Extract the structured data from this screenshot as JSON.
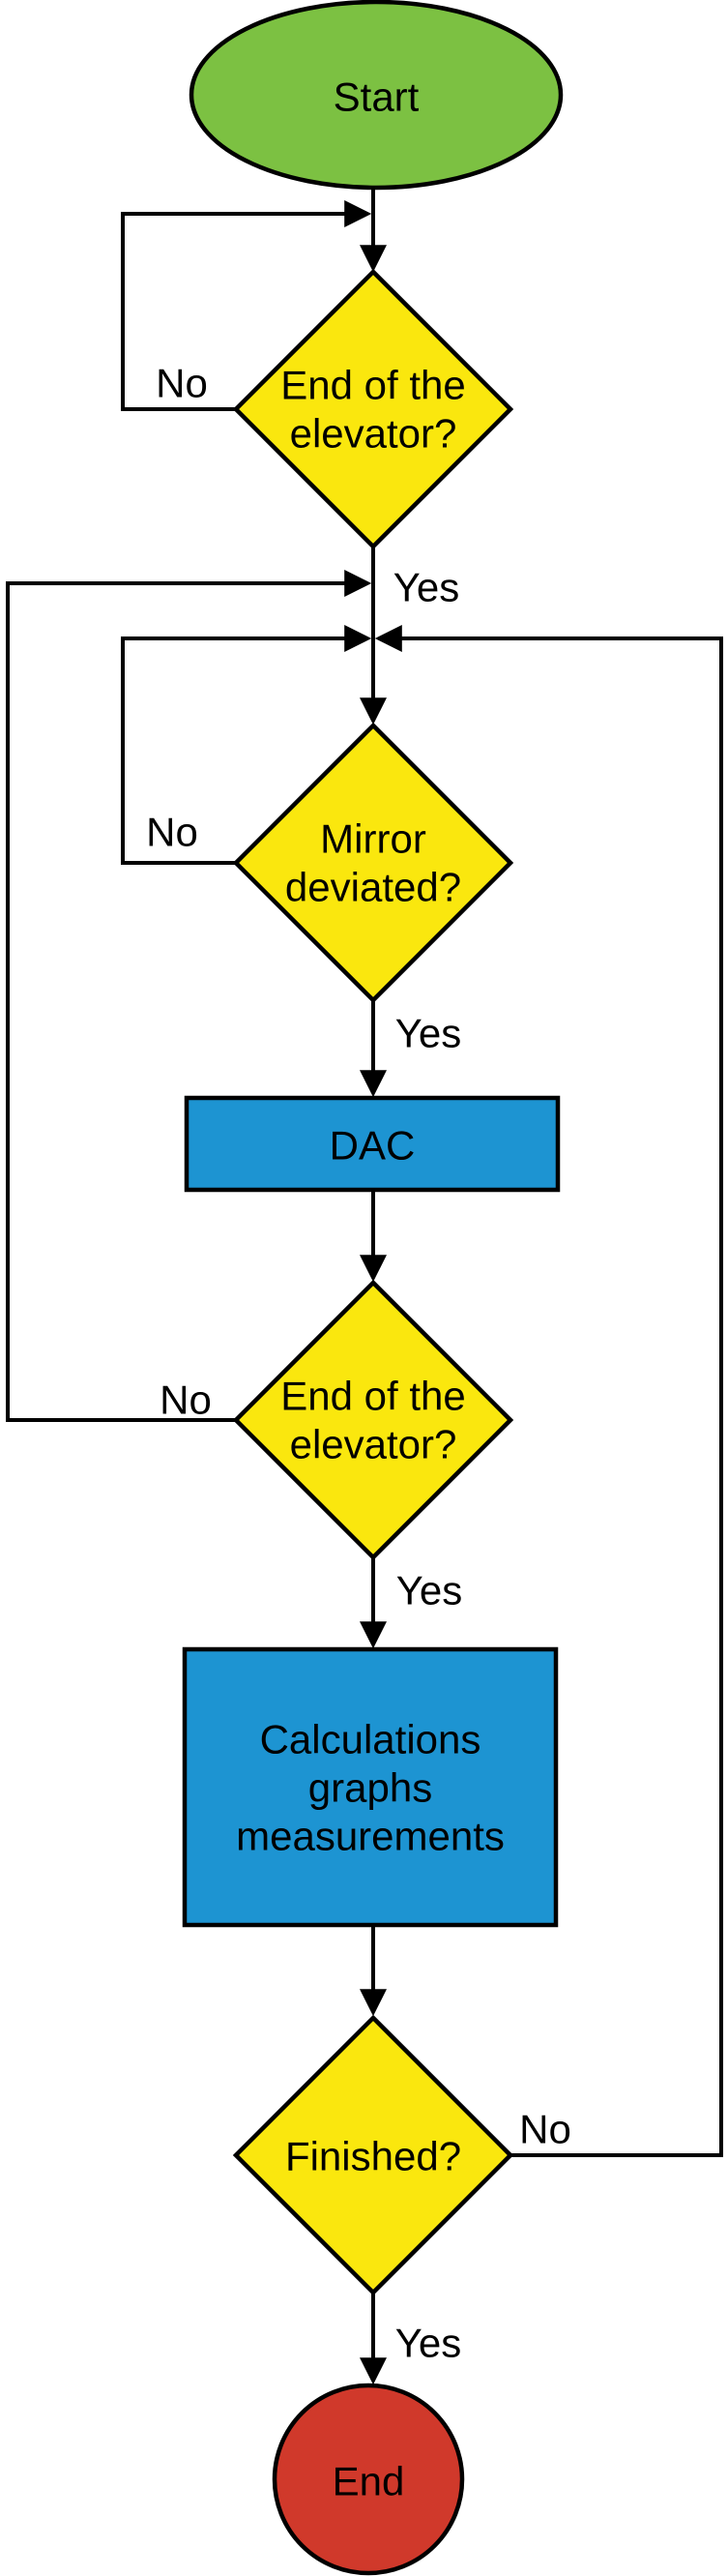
{
  "flowchart": {
    "nodes": {
      "start": {
        "label": "Start"
      },
      "decision_end_elevator_1": {
        "line1": "End of the",
        "line2": "elevator?"
      },
      "decision_mirror": {
        "line1": "Mirror",
        "line2": "deviated?"
      },
      "process_dac": {
        "label": "DAC"
      },
      "decision_end_elevator_2": {
        "line1": "End of the",
        "line2": "elevator?"
      },
      "process_calculations": {
        "line1": "Calculations",
        "line2": "graphs",
        "line3": "measurements"
      },
      "decision_finished": {
        "label": "Finished?"
      },
      "end": {
        "label": "End"
      }
    },
    "edge_labels": {
      "no_1": "No",
      "yes_1": "Yes",
      "no_2": "No",
      "yes_2": "Yes",
      "no_3": "No",
      "yes_3": "Yes",
      "no_4": "No",
      "yes_4": "Yes"
    },
    "colors": {
      "start_fill": "#7cc142",
      "decision_fill": "#fae70e",
      "process_fill": "#1d94d2",
      "end_fill": "#d0392b",
      "connector": "#000000",
      "process_text": "#0d2c4c",
      "label_text": "#000000"
    }
  }
}
